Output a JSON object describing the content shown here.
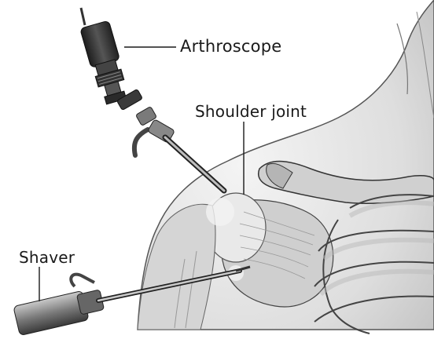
{
  "labels": {
    "arthroscope": "Arthroscope",
    "shoulder_joint": "Shoulder joint",
    "shaver": "Shaver"
  },
  "colors": {
    "background": "#ffffff",
    "skin": "#e6e6e6",
    "bone": "#d9d9d9",
    "instrument_dark": "#2e2e2e",
    "line": "#1a1a1a"
  }
}
